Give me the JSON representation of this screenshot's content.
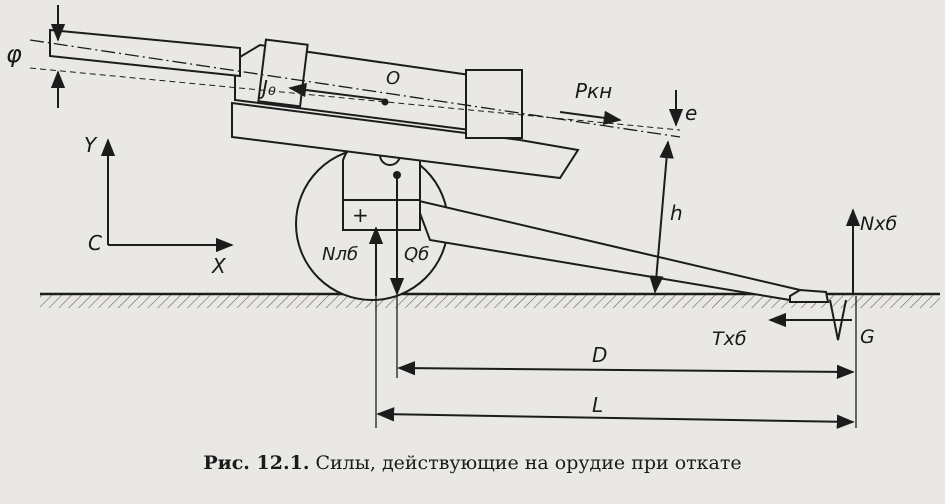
{
  "labels": {
    "phi": "φ",
    "J0": "J₀",
    "O": "O",
    "P_kn": "Pкн",
    "e": "e",
    "Y": "Y",
    "C": "C",
    "X": "X",
    "h": "h",
    "N_lb": "Nлб",
    "Q_b": "Qб",
    "N_xb": "Nхб",
    "T_xb": "Tхб",
    "G": "G",
    "D": "D",
    "L": "L",
    "plus": "+"
  },
  "caption": {
    "number": "Рис. 12.1.",
    "text": " Силы, действующие на орудие при откате"
  }
}
